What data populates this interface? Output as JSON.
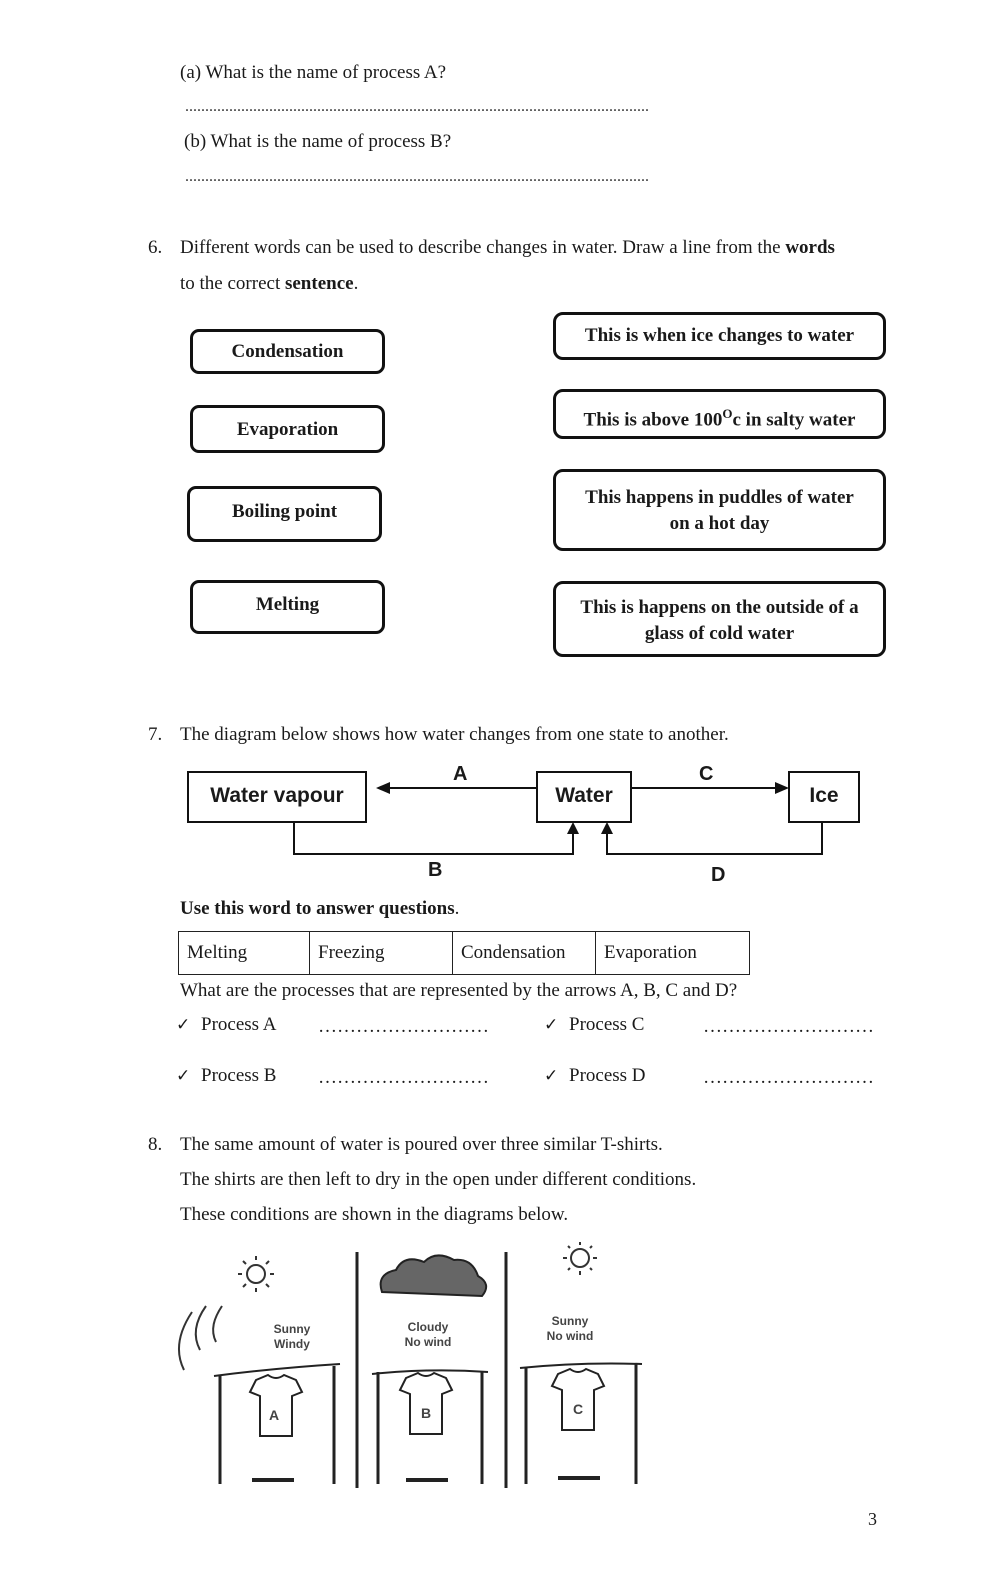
{
  "q5": {
    "part_a": "(a) What is the name of process A?",
    "part_b": "(b) What is the name of process B?",
    "answer_line": "...................................................................................................................."
  },
  "q6": {
    "number": "6.",
    "text_1": "Different words can be used to describe changes in water. Draw a line from the ",
    "text_bold_1": "words",
    "text_2": "to the correct ",
    "text_bold_2": "sentence",
    "text_3": ".",
    "words": [
      "Condensation",
      "Evaporation",
      "Boiling point",
      "Melting"
    ],
    "sentences": [
      {
        "line1": "This is when ice changes to water",
        "line2": ""
      },
      {
        "line1": "This is above 100",
        "sup": "O",
        "after": "c in salty water",
        "line2": ""
      },
      {
        "line1": "This happens in puddles of water",
        "line2": "on a hot day"
      },
      {
        "line1": "This is happens on the outside of a",
        "line2": "glass of cold water"
      }
    ]
  },
  "q7": {
    "number": "7.",
    "text": "The diagram below shows how water changes from one state to another.",
    "diagram": {
      "box_vapour": "Water vapour",
      "box_water": "Water",
      "box_ice": "Ice",
      "label_a": "A",
      "label_b": "B",
      "label_c": "C",
      "label_d": "D"
    },
    "instruction": "Use this word to answer questions",
    "instruction_end": ".",
    "table": [
      "Melting",
      "Freezing",
      "Condensation",
      "Evaporation"
    ],
    "question": "What are the processes that are represented by the arrows A, B, C and D?",
    "check_mark": "✓",
    "processes": [
      "Process A",
      "Process C",
      "Process B",
      "Process D"
    ],
    "answer_dots": "………………………"
  },
  "q8": {
    "number": "8.",
    "line1": "The same amount of water is poured over three similar T-shirts.",
    "line2": "The shirts are then left to dry in the open under different conditions.",
    "line3": "These conditions are shown in the diagrams below.",
    "scenes": [
      {
        "c1": "Sunny",
        "c2": "Windy",
        "shirt": "A"
      },
      {
        "c1": "Cloudy",
        "c2": "No wind",
        "shirt": "B"
      },
      {
        "c1": "Sunny",
        "c2": "No wind",
        "shirt": "C"
      }
    ]
  },
  "page_number": "3"
}
